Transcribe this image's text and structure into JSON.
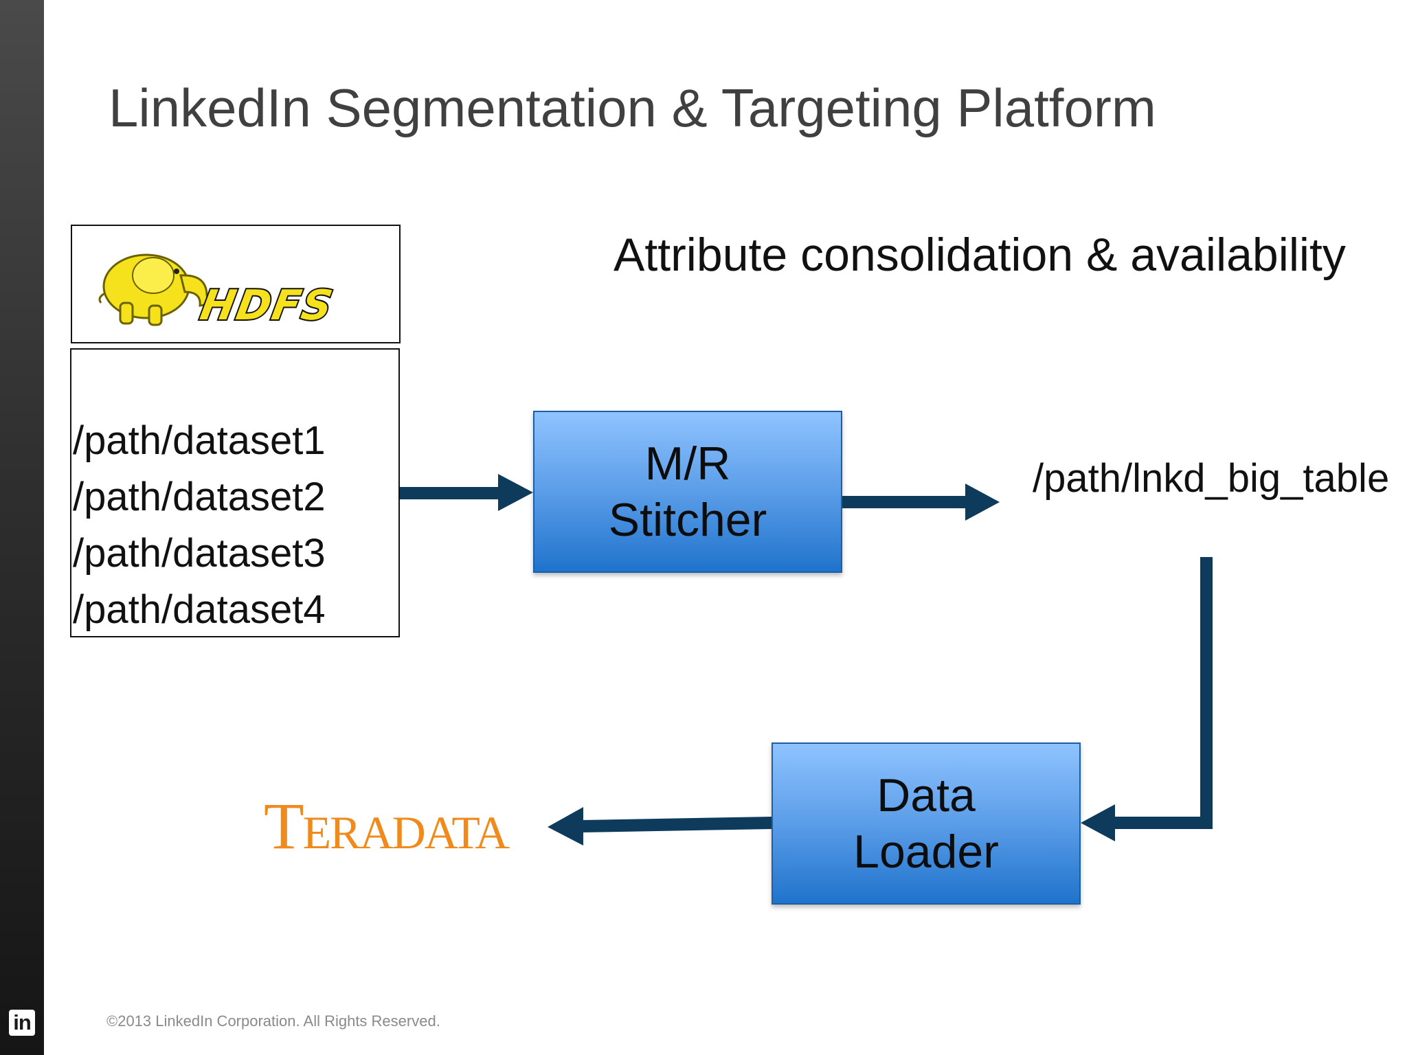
{
  "slide": {
    "title": "LinkedIn Segmentation & Targeting Platform",
    "subtitle": "Attribute consolidation & availability",
    "copyright": "©2013 LinkedIn Corporation. All Rights Reserved."
  },
  "logos": {
    "linkedin_badge": "in",
    "hdfs": "HDFS",
    "teradata_first": "T",
    "teradata_rest": "ERADATA",
    "teradata_mark": "."
  },
  "source": {
    "paths": [
      "/path/dataset1",
      "/path/dataset2",
      "/path/dataset3",
      "/path/dataset4"
    ]
  },
  "stitcher": {
    "line1": "M/R",
    "line2": "Stitcher"
  },
  "output": {
    "path": "/path/lnkd_big_table"
  },
  "loader": {
    "line1": "Data",
    "line2": "Loader"
  },
  "colors": {
    "arrow": "#0e3a5c",
    "box_top": "#8fc3ff",
    "box_bottom": "#1f73cc",
    "teradata": "#f08a1c",
    "hdfs_yellow": "#f5e11c"
  }
}
